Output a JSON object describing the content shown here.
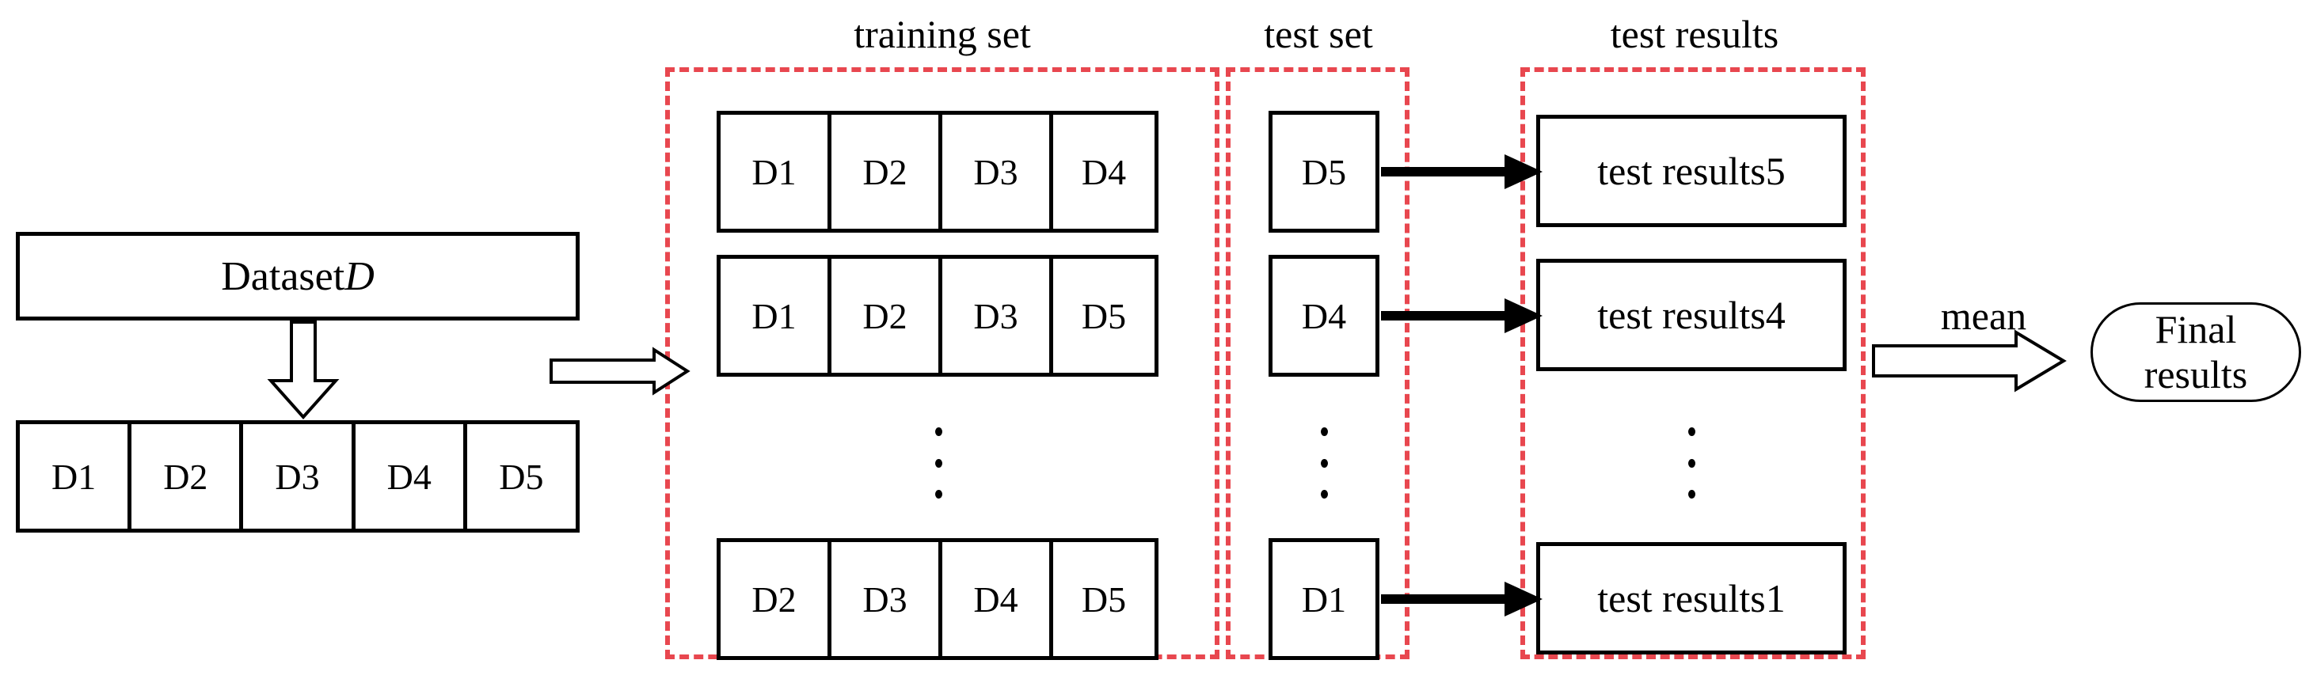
{
  "diagram": {
    "title_nodes": {
      "dataset_label": "Dataset ",
      "dataset_symbol": "D"
    },
    "source_split": {
      "cells": [
        "D1",
        "D2",
        "D3",
        "D4",
        "D5"
      ]
    },
    "groups": [
      {
        "key": "training",
        "caption": "training set"
      },
      {
        "key": "test",
        "caption": "test set"
      },
      {
        "key": "results",
        "caption": "test results"
      }
    ],
    "training_set": {
      "caption": "training set",
      "rows": [
        {
          "cells": [
            "D1",
            "D2",
            "D3",
            "D4"
          ]
        },
        {
          "cells": [
            "D1",
            "D2",
            "D3",
            "D5"
          ]
        },
        {
          "cells": [
            "D2",
            "D3",
            "D4",
            "D5"
          ]
        }
      ],
      "ellipsis": "vertical-dots"
    },
    "test_set": {
      "caption": "test set",
      "items": [
        "D5",
        "D4",
        "D1"
      ],
      "ellipsis": "vertical-dots"
    },
    "test_results": {
      "caption": "test results",
      "items": [
        "test results5",
        "test results4",
        "test results1"
      ],
      "ellipsis": "vertical-dots"
    },
    "mean_label": "mean",
    "final": {
      "line1": "Final",
      "line2": "results"
    },
    "colors": {
      "group_frame": "#e8474f",
      "stroke": "#000000",
      "background": "#ffffff"
    },
    "icons": {
      "split_arrow": "block-arrow-down",
      "fold_arrow": "block-arrow-right",
      "mean_arrow": "block-arrow-right",
      "eval_arrow": "solid-arrow-right"
    }
  }
}
